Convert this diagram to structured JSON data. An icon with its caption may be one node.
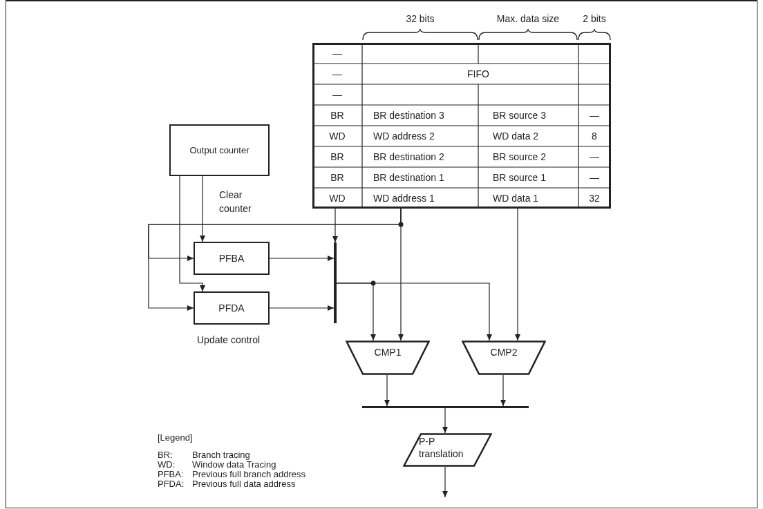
{
  "diagram": {
    "nodes": [
      {
        "text": [
          "FIFO"
        ]
      },
      {
        "text": [
          "Output counter"
        ]
      },
      {
        "text": [
          "PFBA"
        ]
      },
      {
        "text": [
          "PFDA"
        ]
      },
      {
        "text": [],
        "shape": "bar"
      },
      {
        "text": [
          "CMP1"
        ]
      },
      {
        "text": [
          "CMP2"
        ]
      },
      {
        "text": [],
        "shape": "bar"
      },
      {
        "text": [
          "P-P translation"
        ]
      }
    ],
    "edges": [
      {
        "from": 1,
        "to": 2,
        "arrow": "to",
        "label": "Clear counter"
      },
      {
        "from": 1,
        "to": 3,
        "arrow": "to"
      },
      {
        "from": 0,
        "to": 4,
        "arrow": "to"
      },
      {
        "from": 0,
        "to": 2,
        "arrow": "to"
      },
      {
        "from": 0,
        "to": 3,
        "arrow": "to"
      },
      {
        "from": 0,
        "to": 5,
        "arrow": "to"
      },
      {
        "from": 2,
        "to": 4,
        "arrow": "to"
      },
      {
        "from": 3,
        "to": 4,
        "arrow": "to"
      },
      {
        "from": 4,
        "to": 5,
        "arrow": "to"
      },
      {
        "from": 4,
        "to": 6,
        "arrow": "to"
      },
      {
        "from": 0,
        "to": 6,
        "arrow": "to"
      },
      {
        "from": 5,
        "to": 7,
        "arrow": "to"
      },
      {
        "from": 6,
        "to": 7,
        "arrow": "to"
      },
      {
        "from": 7,
        "to": 8,
        "arrow": "to"
      },
      {
        "from": 8,
        "to": null,
        "arrow": "to"
      }
    ],
    "labels": [
      "32 bits",
      "Max. data size",
      "2 bits",
      "—",
      "—",
      "—",
      "BR",
      "BR destination 3",
      "BR source 3",
      "—",
      "WD",
      "WD address 2",
      "WD data 2",
      "8",
      "BR",
      "BR destination 2",
      "BR source 2",
      "—",
      "BR",
      "BR destination 1",
      "BR source 1",
      "—",
      "WD",
      "WD address 1",
      "WD data 1",
      "32",
      "Update control",
      "[Legend]",
      "BR:",
      "Branch tracing",
      "WD:",
      "Window data Tracing",
      "PFBA:",
      "Previous full branch address",
      "PFDA:",
      "Previous full data address"
    ]
  }
}
